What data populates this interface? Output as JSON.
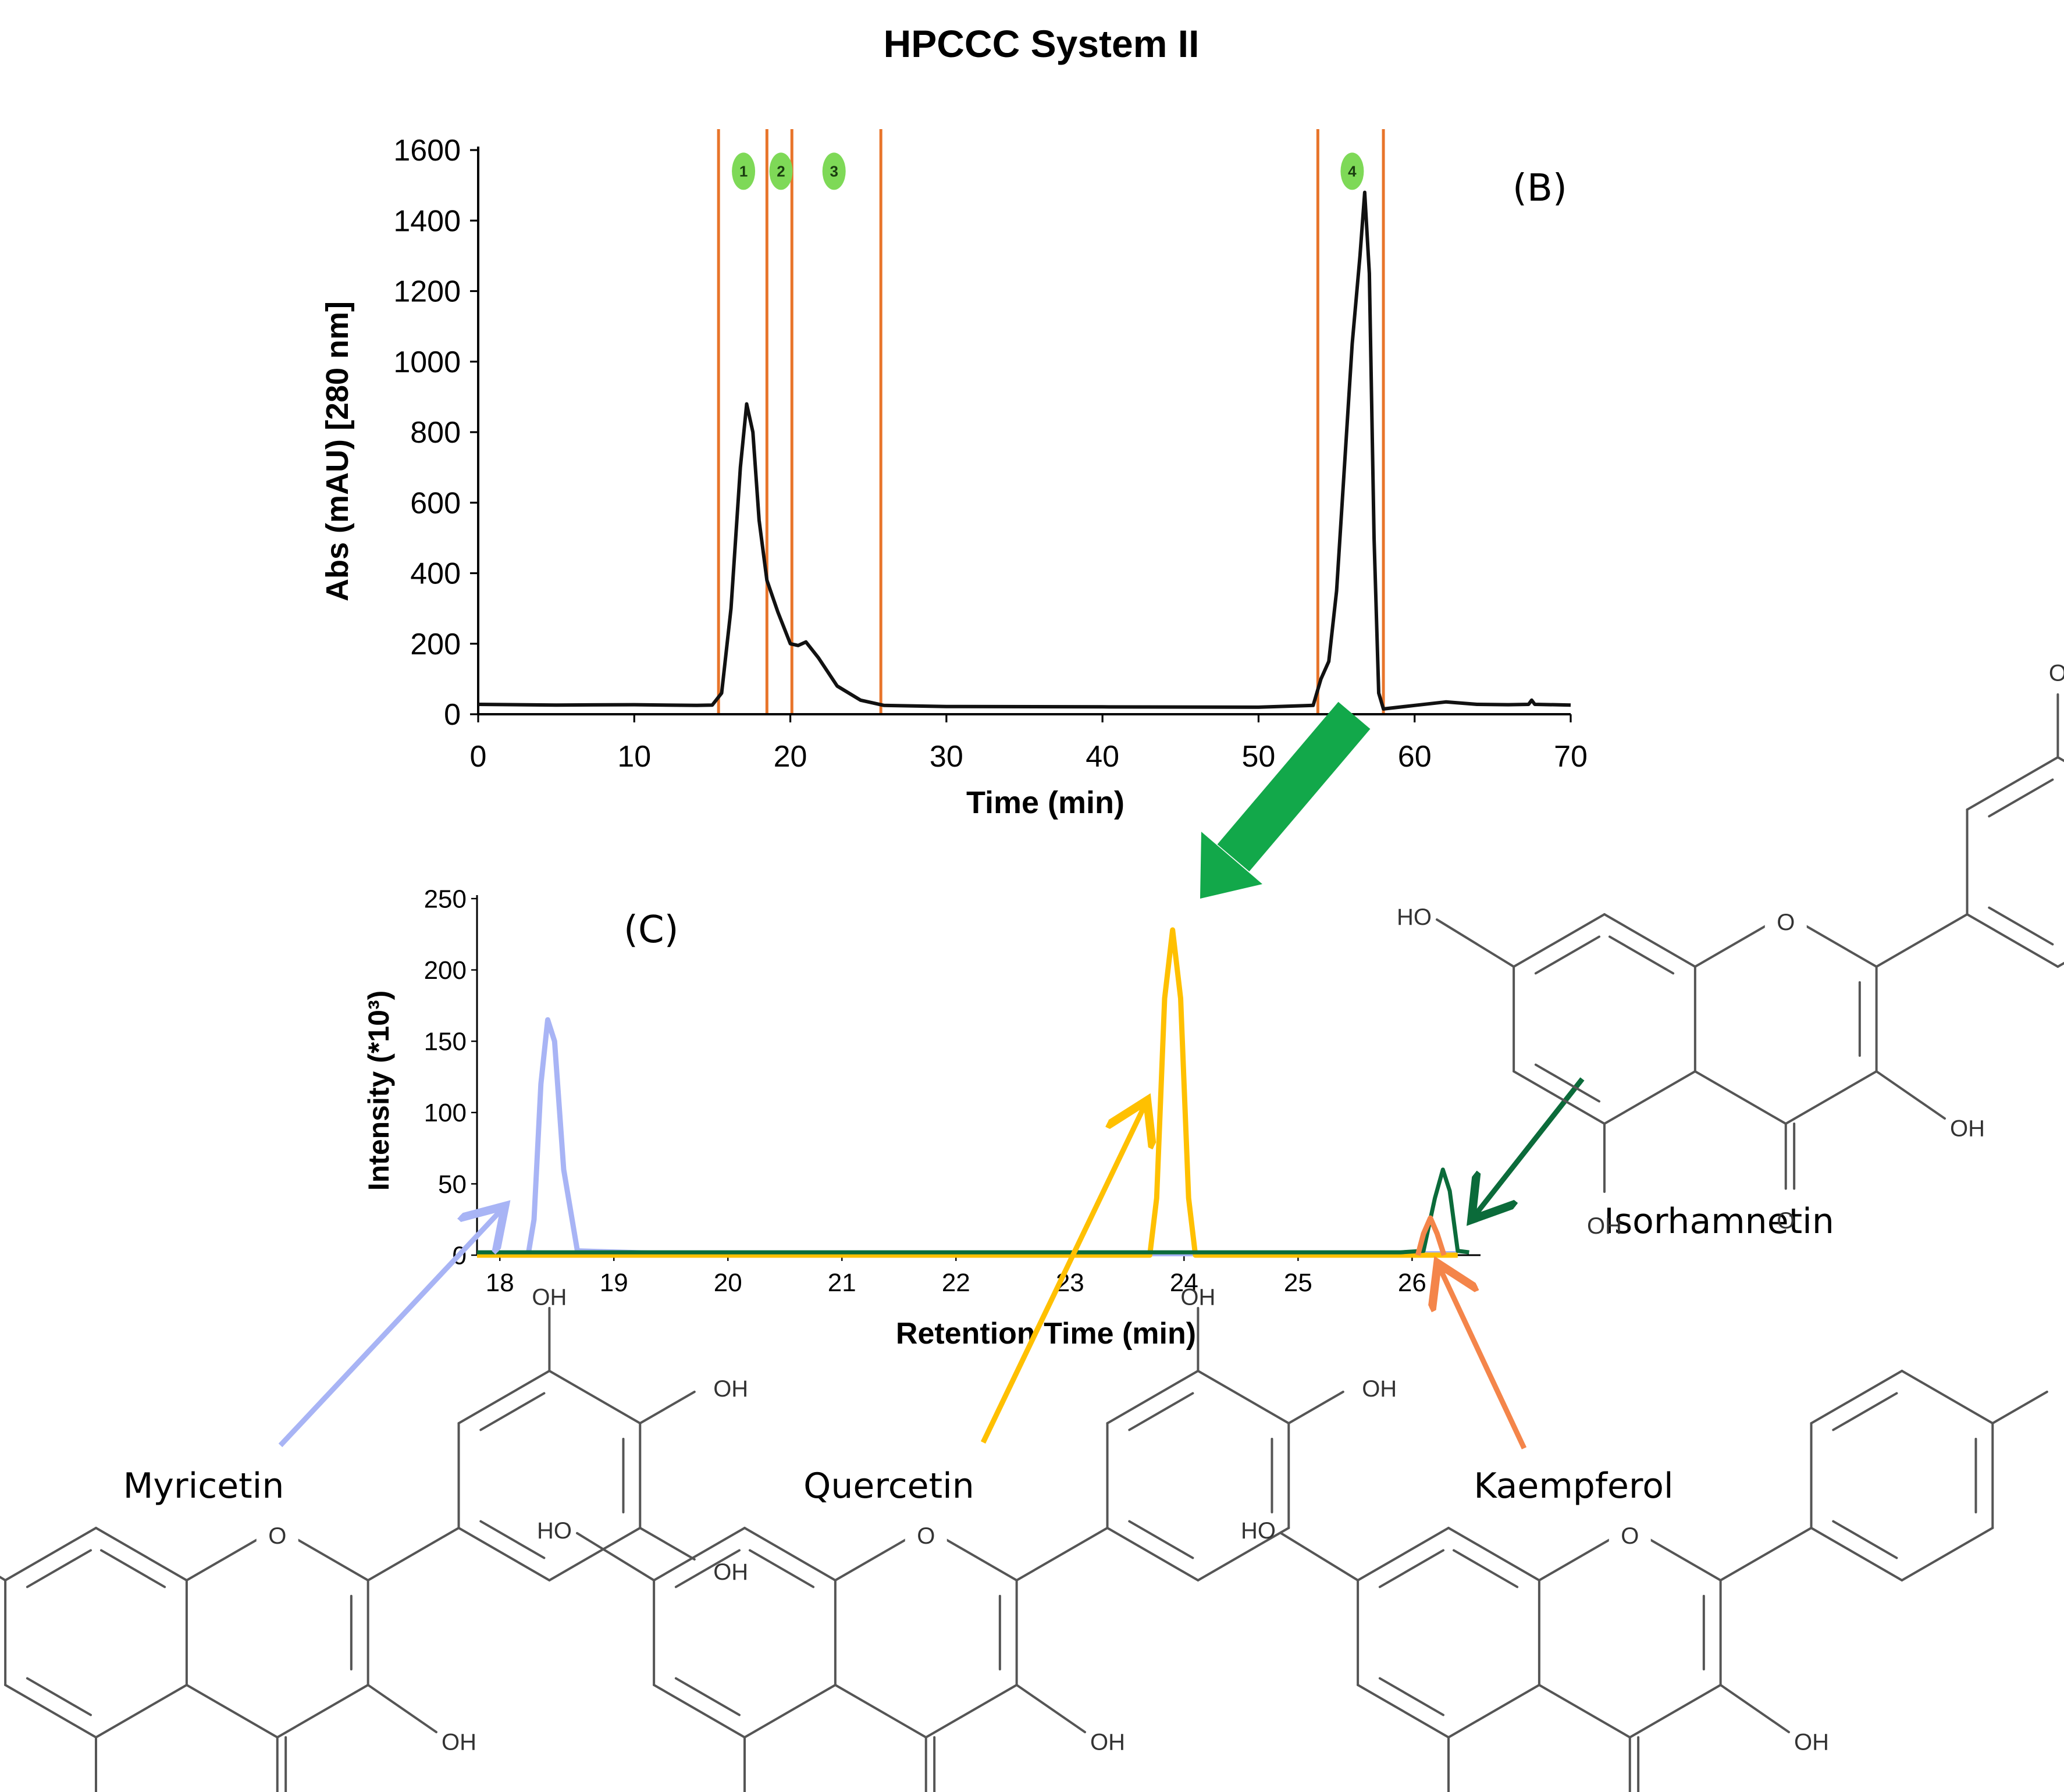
{
  "figure": {
    "title": "HPCCC System II",
    "colors": {
      "axis": "#000000",
      "cut_line": "#e8742a",
      "fraction_marker": "#7ed957",
      "chromatogram_b": "#111111",
      "myricetin": "#a8b4f5",
      "quercetin": "#ffc000",
      "isorhamnetin": "#0b6b3a",
      "kaempferol": "#f4854a",
      "big_arrow": "#12a84a",
      "structure": "#555555"
    }
  },
  "chart_data": [
    {
      "id": "B",
      "type": "line",
      "panel_label": "(B)",
      "xlabel": "Time (min)",
      "ylabel": "Abs  (mAU) [280 nm]",
      "xlim": [
        0,
        70
      ],
      "ylim": [
        0,
        1600
      ],
      "xticks": [
        0,
        10,
        20,
        30,
        40,
        50,
        60,
        70
      ],
      "yticks": [
        0,
        200,
        400,
        600,
        800,
        1000,
        1200,
        1400,
        1600
      ],
      "grid": false,
      "series": [
        {
          "points": [
            [
              0,
              28
            ],
            [
              5,
              26
            ],
            [
              10,
              27
            ],
            [
              14,
              25
            ],
            [
              15,
              26
            ],
            [
              15.6,
              60
            ],
            [
              16.2,
              300
            ],
            [
              16.8,
              700
            ],
            [
              17.2,
              880
            ],
            [
              17.6,
              800
            ],
            [
              18.0,
              550
            ],
            [
              18.5,
              380
            ],
            [
              19.2,
              290
            ],
            [
              20.0,
              200
            ],
            [
              20.5,
              195
            ],
            [
              21.0,
              205
            ],
            [
              21.8,
              160
            ],
            [
              23.0,
              80
            ],
            [
              24.5,
              40
            ],
            [
              26,
              25
            ],
            [
              30,
              22
            ],
            [
              40,
              21
            ],
            [
              50,
              20
            ],
            [
              53.5,
              25
            ],
            [
              54.0,
              100
            ],
            [
              54.5,
              150
            ],
            [
              55.0,
              350
            ],
            [
              55.5,
              700
            ],
            [
              56.0,
              1050
            ],
            [
              56.5,
              1300
            ],
            [
              56.8,
              1480
            ],
            [
              57.1,
              1250
            ],
            [
              57.4,
              500
            ],
            [
              57.7,
              60
            ],
            [
              58,
              15
            ],
            [
              60,
              25
            ],
            [
              62,
              35
            ],
            [
              64,
              28
            ],
            [
              66,
              27
            ],
            [
              67.3,
              28
            ],
            [
              67.5,
              40
            ],
            [
              67.7,
              28
            ],
            [
              70,
              26
            ]
          ]
        }
      ],
      "cut_lines": [
        15.4,
        18.5,
        20.1,
        25.8,
        53.8,
        58.0
      ],
      "fraction_markers": [
        {
          "label": "1",
          "x": 17.0,
          "y": 1540
        },
        {
          "label": "2",
          "x": 19.4,
          "y": 1540
        },
        {
          "label": "3",
          "x": 22.8,
          "y": 1540
        },
        {
          "label": "4",
          "x": 56.0,
          "y": 1540
        }
      ]
    },
    {
      "id": "C",
      "type": "line",
      "panel_label": "(C)",
      "xlabel": "Retention Time (min)",
      "ylabel": "Intensity (*10³)",
      "xlim": [
        17.8,
        26.6
      ],
      "ylim": [
        0,
        250
      ],
      "xticks": [
        18,
        19,
        20,
        21,
        22,
        23,
        24,
        25,
        26
      ],
      "yticks": [
        0,
        50,
        100,
        150,
        200,
        250
      ],
      "grid": false,
      "series": [
        {
          "name": "Myricetin",
          "points": [
            [
              17.8,
              1
            ],
            [
              18.25,
              1
            ],
            [
              18.3,
              25
            ],
            [
              18.36,
              120
            ],
            [
              18.42,
              165
            ],
            [
              18.48,
              150
            ],
            [
              18.56,
              60
            ],
            [
              18.68,
              3
            ],
            [
              19.5,
              1
            ],
            [
              26.4,
              1
            ]
          ]
        },
        {
          "name": "Quercetin",
          "points": [
            [
              17.8,
              0
            ],
            [
              23.7,
              0
            ],
            [
              23.76,
              40
            ],
            [
              23.83,
              180
            ],
            [
              23.9,
              228
            ],
            [
              23.97,
              180
            ],
            [
              24.04,
              40
            ],
            [
              24.1,
              0
            ],
            [
              26.4,
              0
            ]
          ]
        },
        {
          "name": "Isorhamnetin",
          "points": [
            [
              17.8,
              2
            ],
            [
              20,
              2
            ],
            [
              22,
              2
            ],
            [
              24,
              2
            ],
            [
              25.9,
              2
            ],
            [
              26.1,
              3
            ],
            [
              26.2,
              40
            ],
            [
              26.27,
              60
            ],
            [
              26.33,
              45
            ],
            [
              26.4,
              3
            ],
            [
              26.5,
              2
            ]
          ]
        },
        {
          "name": "Kaempferol",
          "points": [
            [
              26.05,
              0
            ],
            [
              26.1,
              15
            ],
            [
              26.16,
              26
            ],
            [
              26.22,
              15
            ],
            [
              26.28,
              0
            ]
          ]
        }
      ]
    }
  ],
  "compounds": {
    "myricetin": "Myricetin",
    "quercetin": "Quercetin",
    "kaempferol": "Kaempferol",
    "isorhamnetin": "Isorhamnetin"
  },
  "structure_labels": {
    "ho": "HO",
    "oh": "OH",
    "ring_o": "O",
    "carbonyl_o": "O"
  }
}
